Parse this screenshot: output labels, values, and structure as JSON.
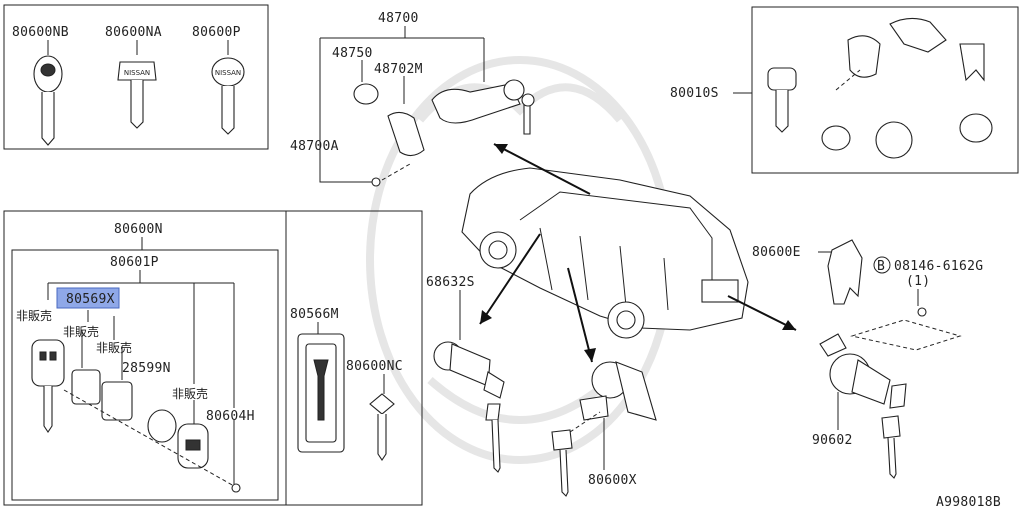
{
  "diagram_id": "A998018B",
  "highlight_color": "#8fa8e8",
  "labels": {
    "p80600NB": "80600NB",
    "p80600NA": "80600NA",
    "p80600P": "80600P",
    "p48700": "48700",
    "p48750": "48750",
    "p48702M": "48702M",
    "p48700A": "48700A",
    "p80010S": "80010S",
    "p80600N": "80600N",
    "p80601P": "80601P",
    "p80569X": "80569X",
    "p28599N": "28599N",
    "p80604H": "80604H",
    "p80566M": "80566M",
    "p80600NC": "80600NC",
    "p68632S": "68632S",
    "p80600X": "80600X",
    "p80600E": "80600E",
    "p08146": "08146-6162G",
    "p08146_qty": "(1)",
    "bolt_symbol": "B",
    "p90602": "90602",
    "not_for_sale": "非販売"
  },
  "key_brand": "NISSAN"
}
